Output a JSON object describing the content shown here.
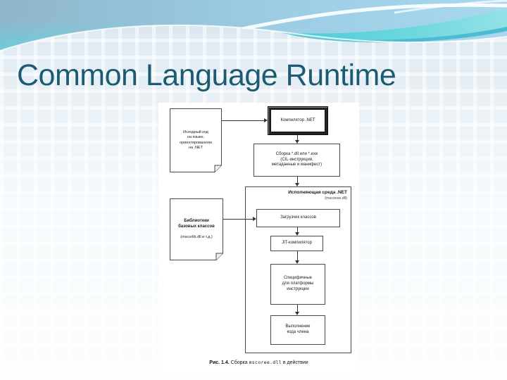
{
  "slide": {
    "title": "Common Language Runtime"
  },
  "diagram": {
    "source_code_box": {
      "text": "Исходный код\nна языке,\nориентированном\nна .NET"
    },
    "compiler_box": {
      "label": "Компилятор .NET"
    },
    "assembly_box": {
      "text": "Сборка *.dll или *.exe\n(CIL-инструкции,\nметаданные и манифест)"
    },
    "runtime_container": {
      "title": "Исполняющая среда .NET",
      "subtitle": "(mscoree.dll)"
    },
    "class_loader_box": {
      "label": "Загрузчик классов"
    },
    "jit_box": {
      "label": "JIT-компилятор"
    },
    "platform_box": {
      "text": "Специфичные\nдля платформы\nинструкции"
    },
    "execution_box": {
      "text": "Выполнение\nкода члена"
    },
    "base_class_lib_box": {
      "title": "Библиотеки\nбазовых классов",
      "subtitle": "(mscorlib.dll и т.д.)"
    },
    "caption": {
      "figure_label": "Рис. 1.4.",
      "pre": " Сборка ",
      "code": "mscoree.dll",
      "post": " в действии"
    }
  },
  "colors": {
    "title_text": "#1b5b73",
    "diagram_lines": "#333333",
    "wave_sky_left": "#8fb6ca",
    "wave_sky_right": "#a9d8ee",
    "wave_cyan_corner": "#55dbe6",
    "wave_band_teal": "#45c6d6",
    "wave_band_edge": "#2fb3c8"
  }
}
